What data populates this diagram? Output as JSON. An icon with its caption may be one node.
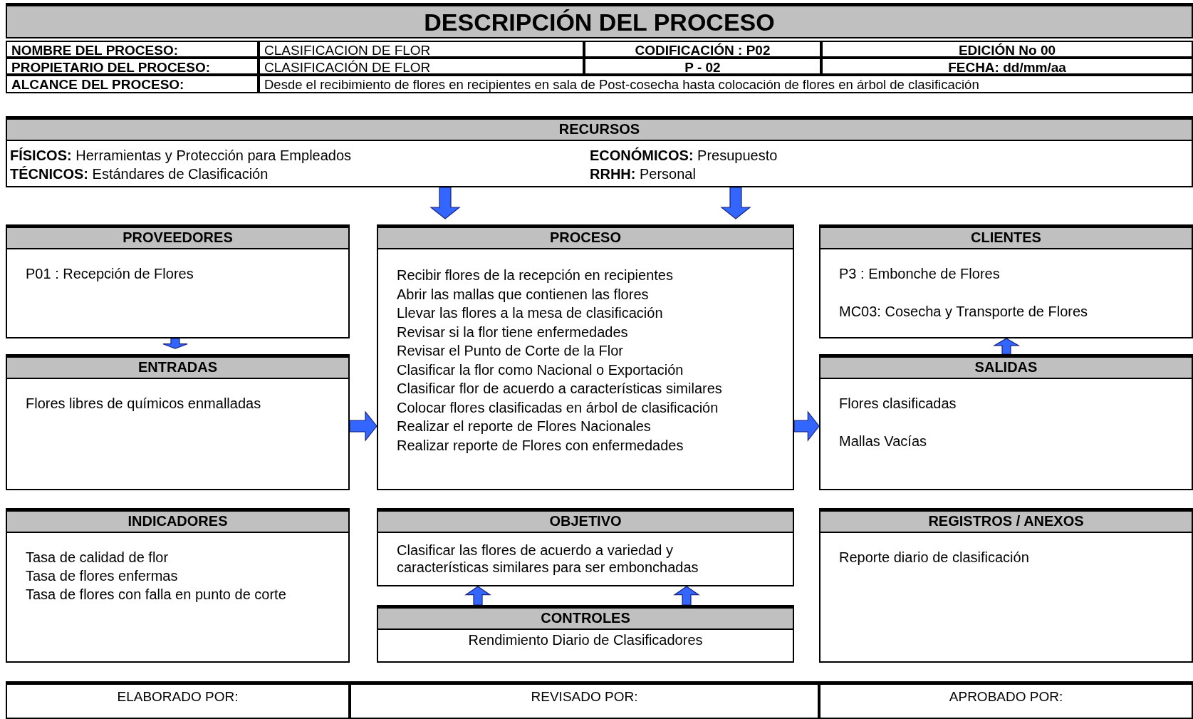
{
  "diagram": {
    "title": "DESCRIPCIÓN DEL PROCESO",
    "nodes": [
      {
        "text": [
          "RECURSOS",
          "**FÍSICOS:** Herramientas y Protección para Empleados",
          "**ECONÓMICOS:** Presupuesto",
          "**TÉCNICOS:** Estándares de Clasificación",
          "**RRHH:** Personal"
        ]
      },
      {
        "text": [
          "PROVEEDORES",
          "P01 : Recepción de Flores"
        ]
      },
      {
        "text": [
          "PROCESO",
          "Recibir flores de la recepción en recipientes",
          "Abrir las mallas que contienen las flores",
          "Llevar las flores a la mesa de clasificación",
          "Revisar si la flor tiene enfermedades",
          "Revisar el Punto de Corte de la Flor",
          "Clasificar la flor como Nacional o Exportación",
          "Clasificar flor de acuerdo a características similares",
          "Colocar flores clasificadas en árbol de clasificación",
          "Realizar el reporte de Flores Nacionales",
          "Realizar reporte de Flores con enfermedades"
        ]
      },
      {
        "text": [
          "CLIENTES",
          "P3 : Embonche de Flores",
          "MC03: Cosecha y Transporte de Flores"
        ]
      },
      {
        "text": [
          "ENTRADAS",
          "Flores libres de químicos enmalladas"
        ]
      },
      {
        "text": [
          "SALIDAS",
          "Flores clasificadas",
          "Mallas Vacías"
        ]
      },
      {
        "text": [
          "INDICADORES",
          "Tasa de calidad de flor",
          "Tasa de flores enfermas",
          "Tasa de flores con falla en punto de corte"
        ]
      },
      {
        "text": [
          "OBJETIVO",
          "Clasificar las flores de acuerdo a variedad y características similares para ser embonchadas"
        ]
      },
      {
        "text": [
          "REGISTROS / ANEXOS",
          "Reporte diario de clasificación"
        ]
      },
      {
        "text": [
          "CONTROLES",
          "Rendimiento Diario de Clasificadores"
        ]
      }
    ],
    "edges": [
      {
        "from": 0,
        "to": 2,
        "arrow": "to"
      },
      {
        "from": 0,
        "to": 2,
        "arrow": "to"
      },
      {
        "from": 1,
        "to": 4,
        "arrow": "to"
      },
      {
        "from": 4,
        "to": 2,
        "arrow": "to"
      },
      {
        "from": 2,
        "to": 5,
        "arrow": "to"
      },
      {
        "from": 5,
        "to": 3,
        "arrow": "to"
      },
      {
        "from": 9,
        "to": 7,
        "arrow": "to"
      },
      {
        "from": 9,
        "to": 7,
        "arrow": "to"
      }
    ],
    "labels": [
      "NOMBRE DEL PROCESO:",
      "CLASIFICACION DE FLOR",
      "CODIFICACIÓN : P02",
      "EDICIÓN No 00",
      "PROPIETARIO DEL PROCESO:",
      "CLASIFICACIÓN DE FLOR",
      "P - 02",
      "FECHA: dd/mm/aa",
      "ALCANCE DEL PROCESO:",
      "Desde el recibimiento de flores en recipientes en sala de Post-cosecha hasta colocación de flores en árbol de clasificación",
      "ELABORADO POR:",
      "REVISADO POR:",
      "APROBADO POR:"
    ]
  }
}
